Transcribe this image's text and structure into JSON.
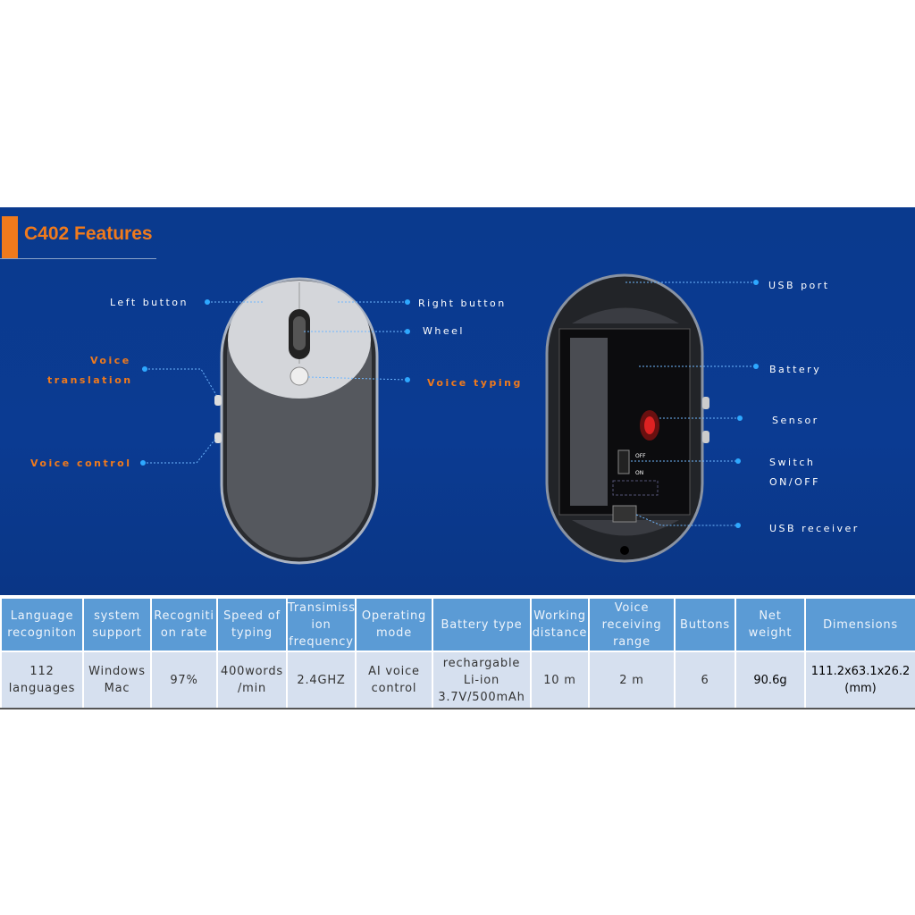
{
  "title": "C402 Features",
  "labels": {
    "left_button": "Left button",
    "right_button": "Right button",
    "wheel": "Wheel",
    "voice_translation_1": "Voice",
    "voice_translation_2": "translation",
    "voice_typing": "Voice typing",
    "voice_control": "Voice control",
    "usb_port": "USB port",
    "battery": "Battery",
    "sensor": "Sensor",
    "switch_1": "Switch",
    "switch_2": "ON/OFF",
    "usb_receiver": "USB receiver",
    "off": "OFF",
    "on": "ON"
  },
  "colors": {
    "accent": "#f07a1c",
    "banner": "#0a3a8e",
    "header": "#5b9bd5",
    "cell": "#d6e0ef"
  },
  "table": {
    "headers": [
      "Language recogniton",
      "system support",
      "Recogniti on rate",
      "Speed of typing",
      "Transimiss ion frequency",
      "Operating mode",
      "Battery type",
      "Working distance",
      "Voice receiving range",
      "Buttons",
      "Net weight",
      "Dimensions"
    ],
    "values": [
      "112 languages",
      "Windows Mac",
      "97%",
      "400words /min",
      "2.4GHZ",
      "AI voice control",
      "rechargable Li-ion 3.7V/500mAh",
      "10 m",
      "2 m",
      "6",
      "90.6g",
      "111.2x63.1x26.2 (mm)"
    ]
  }
}
